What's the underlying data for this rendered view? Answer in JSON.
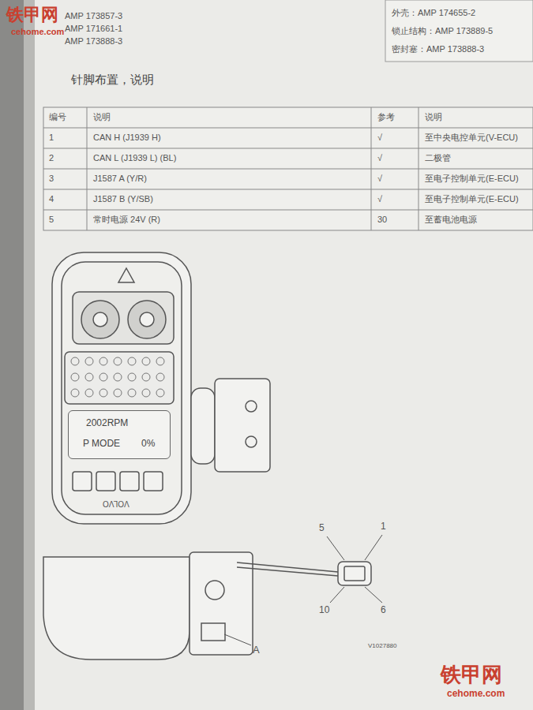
{
  "diagram": {
    "title": "针脚布置，说明",
    "nodes": [
      {
        "text": [
          "2002RPM",
          "P MODE",
          "0%"
        ]
      }
    ],
    "labels": [
      "AMP 173857-3",
      "AMP 171661-1",
      "AMP 173888-3",
      "外壳：AMP 174655-2",
      "锁止结构：AMP 173889-5",
      "密封塞：AMP 173888-3",
      "编号",
      "说明",
      "参考",
      "说明",
      "1",
      "CAN H (J1939 H)",
      "√",
      "至中央电控单元(V-ECU)",
      "2",
      "CAN L (J1939 L) (BL)",
      "√",
      "二极管",
      "3",
      "J1587 A (Y/R)",
      "√",
      "至电子控制单元(E-ECU)",
      "4",
      "J1587 B (Y/SB)",
      "√",
      "至电子控制单元(E-ECU)",
      "5",
      "常时电源 24V (R)",
      "30",
      "至蓄电池电源",
      "VOLVO",
      "5",
      "1",
      "10",
      "6",
      "A",
      "V1027880",
      "铁甲网",
      "cehome.com",
      "铁甲网",
      "cehome.com"
    ]
  }
}
